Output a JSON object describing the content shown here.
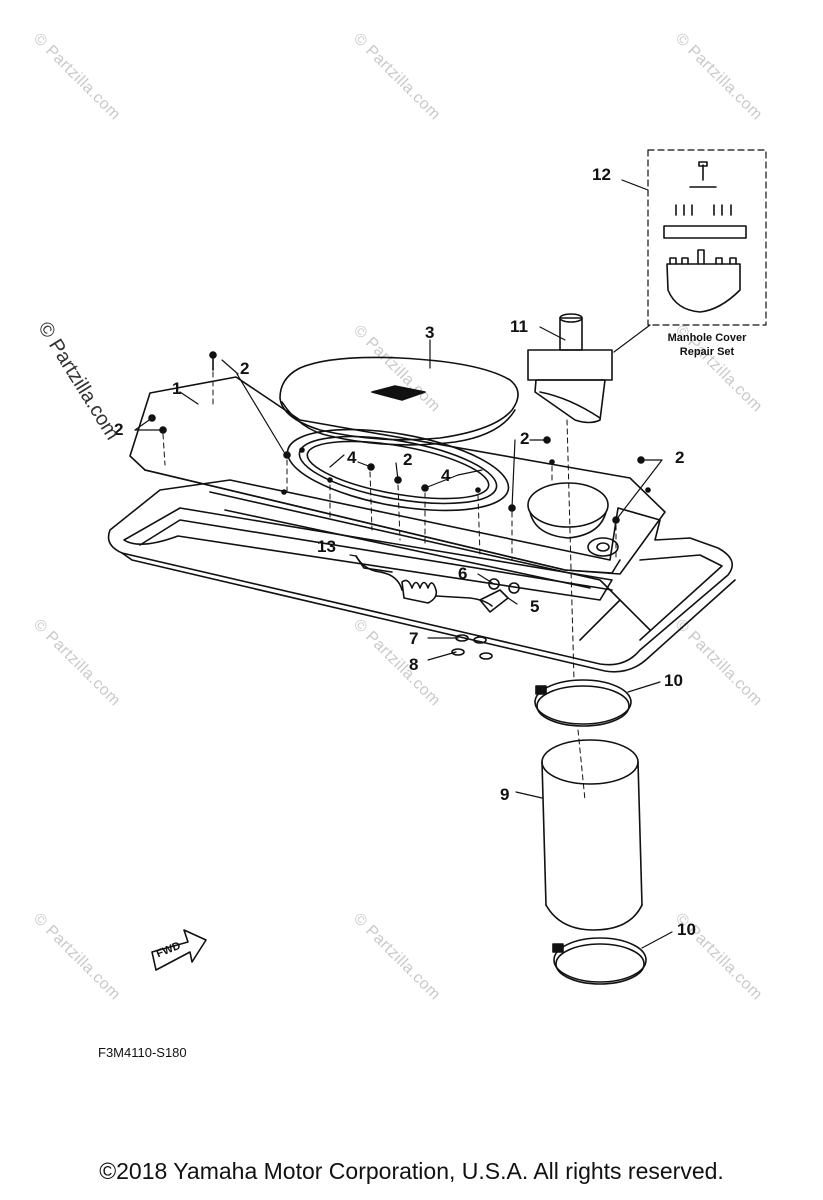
{
  "watermark": {
    "text": "© Partzilla.com",
    "side_text": "© Partzilla.com"
  },
  "callouts": {
    "c1": "1",
    "c2a": "2",
    "c2b": "2",
    "c2c": "2",
    "c2d": "2",
    "c2e": "2",
    "c3": "3",
    "c4a": "4",
    "c4b": "4",
    "c5": "5",
    "c6": "6",
    "c7": "7",
    "c8": "8",
    "c9": "9",
    "c10a": "10",
    "c10b": "10",
    "c11": "11",
    "c12": "12",
    "c13": "13"
  },
  "repair_set": {
    "line1": "Manhole Cover",
    "line2": "Repair Set"
  },
  "fwd_label": "FWD",
  "diagram_code": "F3M4110-S180",
  "copyright": "©2018  Yamaha Motor Corporation, U.S.A. All rights reserved."
}
